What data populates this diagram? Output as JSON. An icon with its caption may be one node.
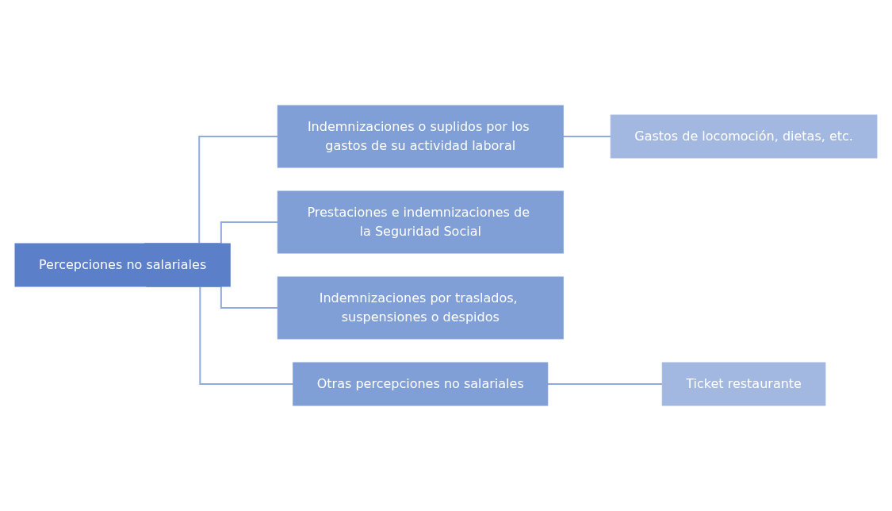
{
  "diagram": {
    "nodes": [
      {
        "text": [
          "Percepciones no salariales"
        ]
      },
      {
        "text": [
          "Indemnizaciones o suplidos por los gastos de su actividad laboral"
        ]
      },
      {
        "text": [
          "Prestaciones e indemnizaciones de la Seguridad Social"
        ]
      },
      {
        "text": [
          "Indemnizaciones por traslados, suspensiones o despidos"
        ]
      },
      {
        "text": [
          "Otras percepciones no salariales"
        ]
      },
      {
        "text": [
          "Gastos de locomoción, dietas, etc."
        ]
      },
      {
        "text": [
          "Ticket restaurante"
        ]
      }
    ],
    "edges": [
      {
        "from": 0,
        "to": 1,
        "arrow": "none"
      },
      {
        "from": 0,
        "to": 2,
        "arrow": "none"
      },
      {
        "from": 0,
        "to": 3,
        "arrow": "none"
      },
      {
        "from": 0,
        "to": 4,
        "arrow": "none"
      },
      {
        "from": 1,
        "to": 5,
        "arrow": "none"
      },
      {
        "from": 4,
        "to": 6,
        "arrow": "none"
      }
    ]
  }
}
